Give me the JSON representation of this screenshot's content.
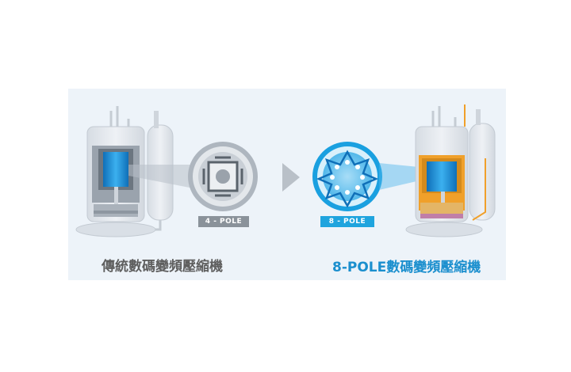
{
  "diagram": {
    "left": {
      "badge": "4 - POLE",
      "caption": "傳統數碼變頻壓縮機"
    },
    "right": {
      "badge": "8 - POLE",
      "caption": "8-POLE數碼變頻壓縮機"
    },
    "arrow_icon": "chevron-right-icon",
    "colors": {
      "background": "#edf3f9",
      "compressor_body": "#dfe4ea",
      "motor_blue": "#1e90d6",
      "highlight_orange": "#f0a02a",
      "legacy_gray": "#8a929a",
      "accent_blue": "#1fa4de",
      "caption_left": "#5e5e5e",
      "caption_right": "#1b8fce"
    }
  }
}
